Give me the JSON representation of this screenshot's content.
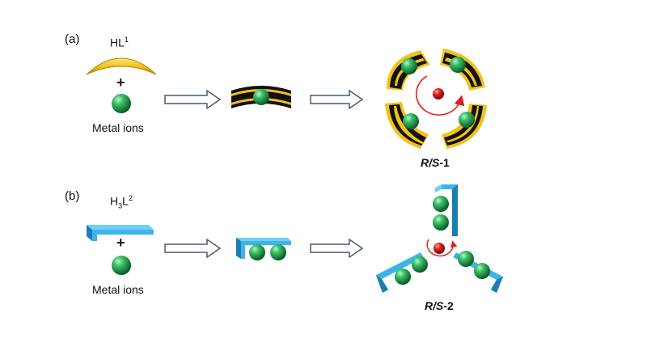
{
  "panel_a": {
    "label": "(a)",
    "ligand_base": "HL",
    "ligand_sup": "1",
    "plus": "+",
    "metal_label": "Metal ions",
    "product_italic": "R/S",
    "product_suffix": "-1"
  },
  "panel_b": {
    "label": "(b)",
    "ligand_h": "H",
    "ligand_sub": "3",
    "ligand_l": "L",
    "ligand_sup": "2",
    "plus": "+",
    "metal_label": "Metal ions",
    "product_italic": "R/S",
    "product_suffix": "-2"
  },
  "colors": {
    "ligand1": "#f2c21a",
    "ligand1_band": "#111111",
    "ligand2": "#3bb4e8",
    "ligand2_dark": "#1a7fb0",
    "metal_sphere": "#1f9a4a",
    "center_sphere": "#d8141a",
    "rotation_arrow": "#e0201f",
    "process_arrow": "#4a5a6a"
  }
}
